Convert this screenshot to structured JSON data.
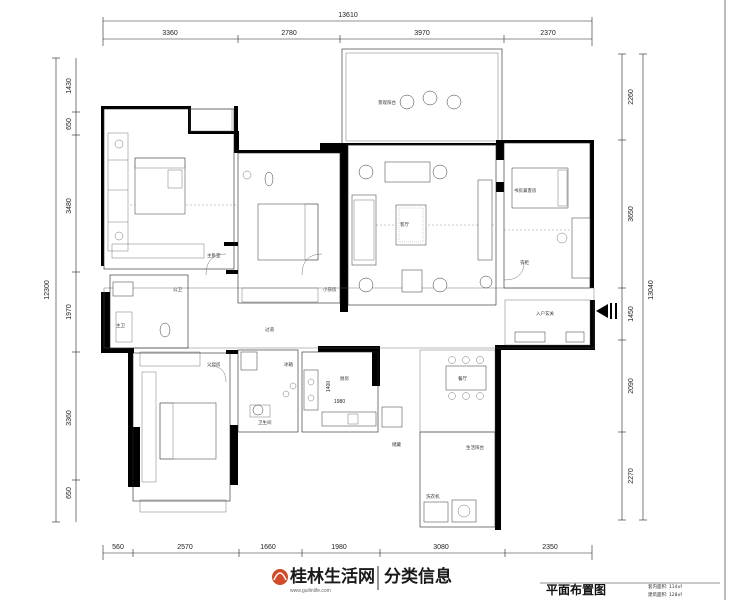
{
  "dimensions": {
    "total_width": "13610",
    "total_height": "12300",
    "top": [
      "3360",
      "2780",
      "3970",
      "2370"
    ],
    "bottom": [
      "560",
      "2570",
      "1660",
      "1980",
      "3080",
      "2350"
    ],
    "left": [
      "1430",
      "650",
      "3480",
      "1970",
      "3360",
      "650"
    ],
    "right": [
      "2260",
      "3650",
      "1450",
      "2090",
      "2270"
    ],
    "right_total": "13040",
    "kitchen_1400": "1400",
    "kitchen_1980": "1980"
  },
  "rooms": {
    "garden_balcony": "景观阳台",
    "living_room": "客厅",
    "study": "书房兼客房",
    "master_bedroom": "主卧室",
    "second_bedroom": "小孩房",
    "corridor": "过道",
    "dining": "餐厅",
    "kitchen": "厨房",
    "utility_balcony": "生活阳台",
    "parent_room": "父母房",
    "entrance": "入户玄关",
    "bathroom_1": "公卫",
    "bathroom_2": "主卫",
    "bathroom_3": "卫生间",
    "label_fridge": "冰箱",
    "label_closet": "衣柜",
    "label_storage": "储藏",
    "label_wash": "洗衣机"
  },
  "title": {
    "main": "平面布置图",
    "area_inner": "套内面积: 114㎡",
    "area_building": "建筑面积: 128㎡"
  },
  "watermark": {
    "brand": "桂林生活网",
    "section": "分类信息",
    "url": "www.guilinlife.com"
  },
  "colors": {
    "line": "#222222",
    "wall": "#000000",
    "paper": "#ffffff"
  }
}
